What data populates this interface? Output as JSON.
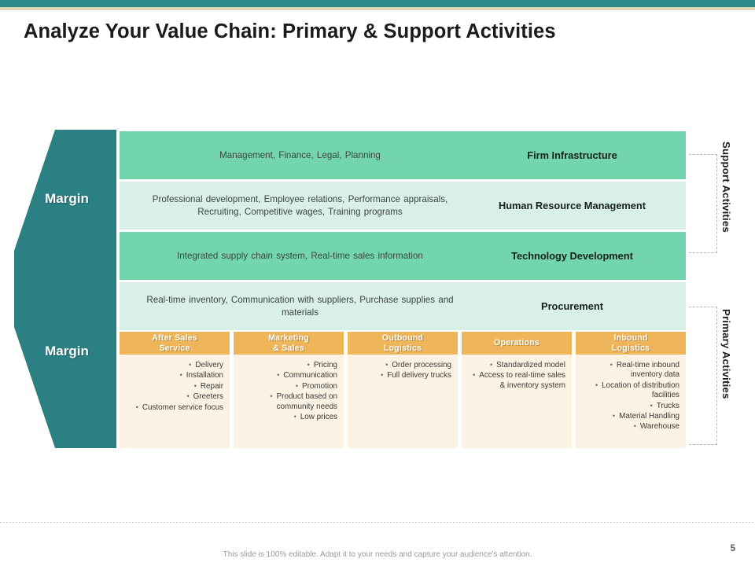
{
  "theme": {
    "top_bar_color": "#2e8b8b",
    "accent_khaki": "#ded8b0",
    "chevron_color": "#2b8084",
    "support_row_dark": "#73d5ae",
    "support_row_light": "#d8f0e6",
    "primary_header_color": "#efb55a",
    "primary_body_color": "#fcf3e4"
  },
  "header": {
    "title": "Analyze Your Value Chain: Primary & Support Activities"
  },
  "chevron": {
    "label_top": "Margin",
    "label_bottom": "Margin"
  },
  "support_activities": {
    "group_label": "Support Activities",
    "rows": [
      {
        "description": "Management,  Finance,  Legal,  Planning",
        "name": "Firm Infrastructure"
      },
      {
        "description": "Professional development,  Employee relations, Performance appraisals, Recruiting, Competitive  wages, Training  programs",
        "name": "Human Resource Management"
      },
      {
        "description": "Integrated  supply chain system, Real-time  sales information",
        "name": "Technology Development"
      },
      {
        "description": "Real-time  inventory,  Communication  with suppliers,  Purchase supplies and materials",
        "name": "Procurement"
      }
    ]
  },
  "primary_activities": {
    "group_label": "Primary Activities",
    "columns": [
      {
        "title_line1": "After Sales",
        "title_line2": "Service",
        "items": [
          "Delivery",
          "Installation",
          "Repair",
          "Greeters",
          "Customer service focus"
        ]
      },
      {
        "title_line1": "Marketing",
        "title_line2": "& Sales",
        "items": [
          "Pricing",
          "Communication",
          "Promotion",
          "Product based on community needs",
          "Low prices"
        ]
      },
      {
        "title_line1": "Outbound",
        "title_line2": "Logistics",
        "items": [
          "Order processing",
          "Full delivery trucks"
        ]
      },
      {
        "title_line1": "Operations",
        "title_line2": "",
        "items": [
          "Standardized model",
          "Access to real-time sales & inventory system"
        ]
      },
      {
        "title_line1": "Inbound",
        "title_line2": "Logistics",
        "items": [
          "Real-time  inbound inventory data",
          "Location of distribution facilities",
          "Trucks",
          "Material Handling",
          "Warehouse"
        ]
      }
    ]
  },
  "footer": {
    "note": "This slide is 100% editable. Adapt it to your needs and capture your audience's attention.",
    "page_number": "5"
  }
}
